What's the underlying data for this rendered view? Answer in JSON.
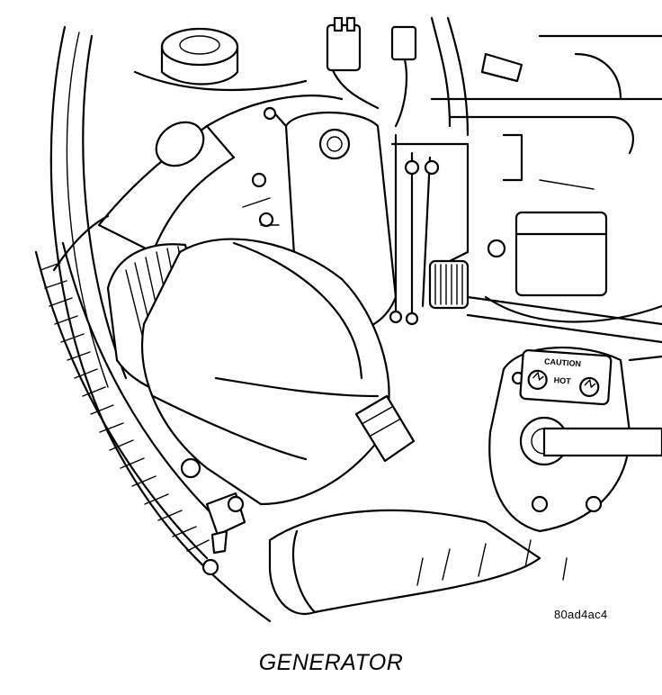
{
  "figure": {
    "caption": "GENERATOR",
    "reference_code": "80ad4ac4",
    "warning_label": {
      "line1": "CAUTION",
      "line2": "HOT"
    }
  }
}
